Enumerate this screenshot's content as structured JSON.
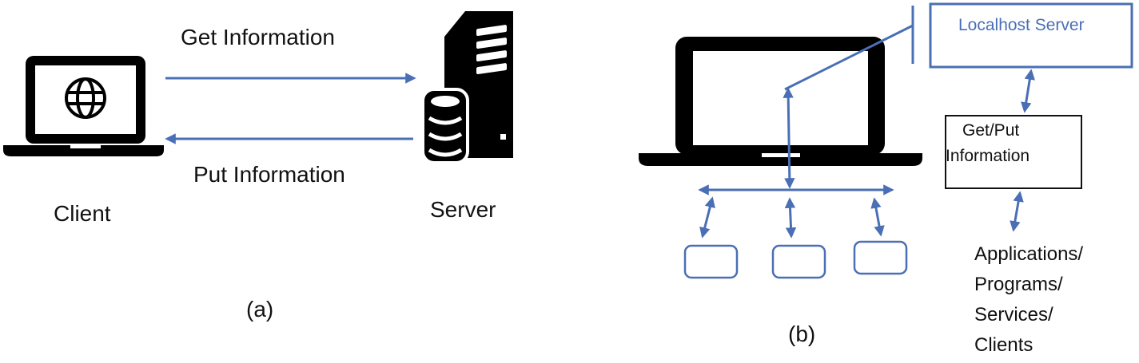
{
  "colors": {
    "accent": "#4a6fb5",
    "ink": "#000000",
    "localhost_text": "#4a6fb5"
  },
  "panel_a": {
    "get_label": "Get Information",
    "put_label": "Put Information",
    "client_label": "Client",
    "server_label": "Server",
    "caption": "(a)",
    "icons": [
      "laptop-icon",
      "globe-icon",
      "server-tower-icon",
      "database-icon"
    ]
  },
  "panel_b": {
    "localhost_label": "Localhost Server",
    "getput_lines": [
      "Get/Put",
      "Information"
    ],
    "apps_lines": [
      "Applications/",
      "Programs/",
      "Services/",
      "Clients"
    ],
    "caption": "(b)",
    "icons": [
      "laptop-icon"
    ]
  }
}
